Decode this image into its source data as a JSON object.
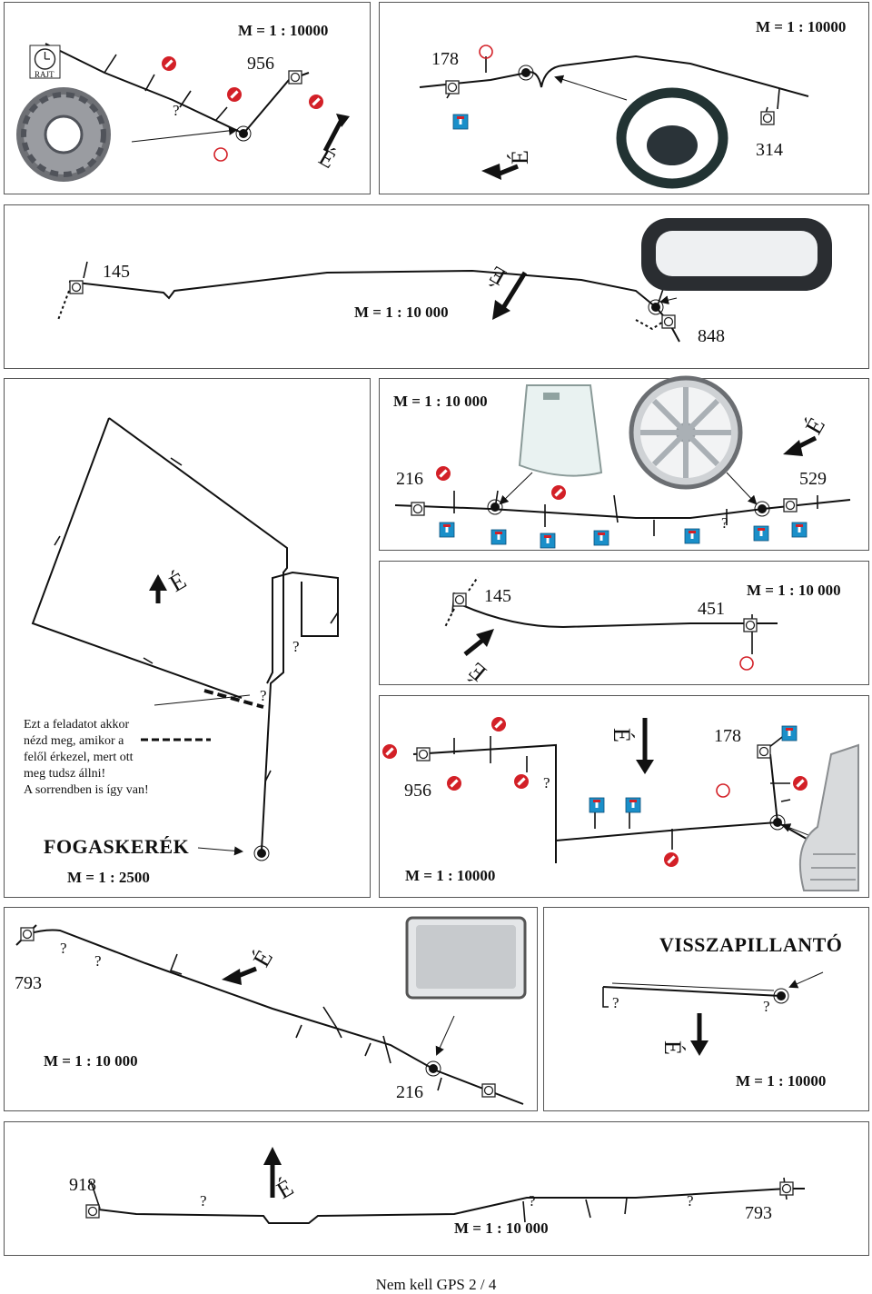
{
  "legend": {
    "start_label": "RAJT",
    "instruction": "Ezt a feladatot akkor nézd meg, amikor a felől érkezel, mert ott meg tudsz állni! A sorrendben is így van!",
    "instruction_lines": [
      "Ezt a feladatot akkor",
      "nézd meg, amikor a",
      "felől érkezel, mert ott",
      "meg tudsz állni!",
      "A sorrendben is így van!"
    ]
  },
  "north_label": "É",
  "question_mark": "?",
  "footer": "Nem kell GPS 2 / 4",
  "panels": {
    "p1": {
      "scale": "M = 1 : 10000",
      "number": "956"
    },
    "p2": {
      "scale": "M = 1 : 10000",
      "numbers": [
        "178",
        "314"
      ]
    },
    "p3": {
      "scale": "M = 1 : 10 000",
      "numbers": [
        "145",
        "848"
      ]
    },
    "p4": {
      "scale": "M = 1 : 10 000",
      "numbers": [
        "216",
        "529"
      ]
    },
    "p5": {
      "title": "FOGASKERÉK",
      "scale": "M = 1 : 2500"
    },
    "p6": {
      "scale": "M = 1 : 10 000",
      "numbers": [
        "145",
        "451"
      ]
    },
    "p7": {
      "scale": "M = 1 : 10000",
      "numbers": [
        "956",
        "178"
      ]
    },
    "p8": {
      "scale": "M = 1 : 10 000",
      "numbers": [
        "793",
        "216"
      ]
    },
    "p9": {
      "title": "VISSZAPILLANTÓ",
      "scale": "M = 1 : 10000"
    },
    "p10": {
      "scale": "M = 1 : 10 000",
      "numbers": [
        "918",
        "793"
      ]
    }
  },
  "colors": {
    "road": "#1a1a1a",
    "no_entry": "#d32027",
    "sign_blue": "#1a8fc9",
    "control_circle": "#d32027"
  },
  "icons": [
    "clock-icon",
    "gear-icon",
    "steering-wheel-icon",
    "rearview-mirror-icon",
    "windshield-icon",
    "wheel-rim-icon",
    "mudflap-icon",
    "headlight-icon",
    "north-arrow-icon",
    "no-entry-sign-icon",
    "oneway-sign-icon",
    "checkpoint-icon"
  ]
}
